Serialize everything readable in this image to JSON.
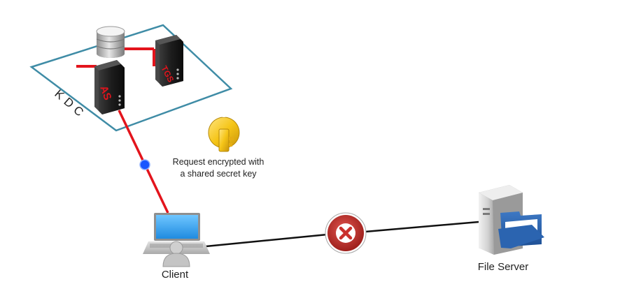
{
  "kdc": {
    "label": "KDC",
    "as_label": "AS",
    "tgs_label": "TGS"
  },
  "message": {
    "line1": "Request encrypted with",
    "line2": "a shared secret key"
  },
  "client": {
    "label": "Client"
  },
  "file_server": {
    "label": "File Server"
  },
  "colors": {
    "kdc_link": "#e3141c",
    "platform_border": "#3f8ca6",
    "packet": "#1a56ff",
    "block_circle": "#c9302c",
    "key": "#f5c518",
    "connection": "#111111"
  }
}
